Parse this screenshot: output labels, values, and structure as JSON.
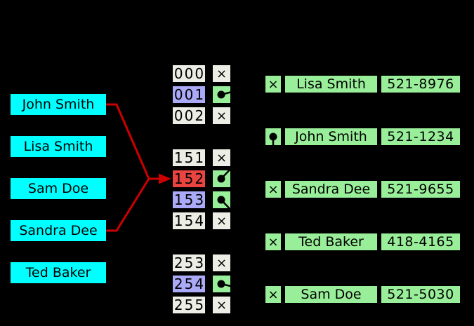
{
  "colors": {
    "background": "#000000",
    "key_box": "#00ffff",
    "bucket_default": "#eceee6",
    "bucket_mapped": "#aaaaf8",
    "bucket_collision": "#ea4440",
    "pointer_cell": "#99ee99",
    "entry_fill": "#99ee99",
    "collision_arrow": "#cc0000",
    "pointer_line": "#000000"
  },
  "symbols": {
    "null": "×"
  },
  "keys": [
    {
      "label": "John Smith"
    },
    {
      "label": "Lisa Smith"
    },
    {
      "label": "Sam Doe"
    },
    {
      "label": "Sandra Dee"
    },
    {
      "label": "Ted Baker"
    }
  ],
  "bucket_groups": [
    {
      "rows": [
        {
          "index": "000",
          "slot": "null"
        },
        {
          "index": "001",
          "slot": "pointer",
          "highlight": "mapped"
        },
        {
          "index": "002",
          "slot": "null"
        }
      ]
    },
    {
      "rows": [
        {
          "index": "151",
          "slot": "null"
        },
        {
          "index": "152",
          "slot": "pointer",
          "highlight": "collision"
        },
        {
          "index": "153",
          "slot": "pointer",
          "highlight": "mapped"
        },
        {
          "index": "154",
          "slot": "null"
        }
      ]
    },
    {
      "rows": [
        {
          "index": "253",
          "slot": "null"
        },
        {
          "index": "254",
          "slot": "pointer",
          "highlight": "mapped"
        },
        {
          "index": "255",
          "slot": "null"
        }
      ]
    }
  ],
  "entries": [
    {
      "next": "null",
      "name": "Lisa Smith",
      "phone": "521-8976"
    },
    {
      "next": "pointer",
      "name": "John Smith",
      "phone": "521-1234"
    },
    {
      "next": "null",
      "name": "Sandra Dee",
      "phone": "521-9655"
    },
    {
      "next": "null",
      "name": "Ted Baker",
      "phone": "418-4165"
    },
    {
      "next": "null",
      "name": "Sam Doe",
      "phone": "521-5030"
    }
  ],
  "pointers": [
    {
      "from": "bucket-001",
      "to": "entry-lisa-smith"
    },
    {
      "from": "bucket-152",
      "to": "entry-john-smith"
    },
    {
      "from": "bucket-153",
      "to": "entry-ted-baker"
    },
    {
      "from": "bucket-254",
      "to": "entry-sam-doe"
    },
    {
      "from": "entry-john-smith",
      "to": "entry-sandra-dee"
    }
  ],
  "collisions": [
    {
      "keys": [
        "John Smith",
        "Sandra Dee"
      ],
      "bucket": "152"
    }
  ]
}
